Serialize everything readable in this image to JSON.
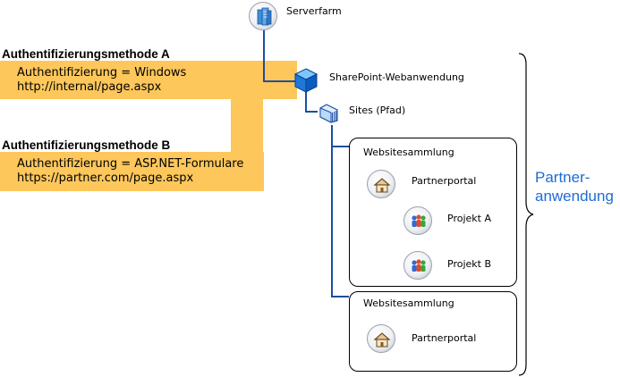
{
  "serverfarm": {
    "label": "Serverfarm",
    "icon": "server-farm-icon"
  },
  "webapp": {
    "label": "SharePoint-Webanwendung",
    "icon": "cube-icon"
  },
  "sites": {
    "label": "Sites (Pfad)",
    "icon": "folder-icon"
  },
  "auth_a": {
    "title": "Authentifizierungsmethode A",
    "line1": "Authentifizierung = Windows",
    "line2": "http://internal/page.aspx"
  },
  "auth_b": {
    "title": "Authentifizierungsmethode B",
    "line1": "Authentifizierung = ASP.NET-Formulare",
    "line2": "https://partner.com/page.aspx"
  },
  "collection1": {
    "title": "Websitesammlung",
    "portal": "Partnerportal",
    "project_a": "Projekt A",
    "project_b": "Projekt B"
  },
  "collection2": {
    "title": "Websitesammlung",
    "portal": "Partnerportal"
  },
  "partner_app": {
    "line1": "Partner-",
    "line2": "anwendung"
  },
  "colors": {
    "highlight": "#fdc75b",
    "connector": "#1c4fa0",
    "accent_text": "#1e6bd6"
  }
}
